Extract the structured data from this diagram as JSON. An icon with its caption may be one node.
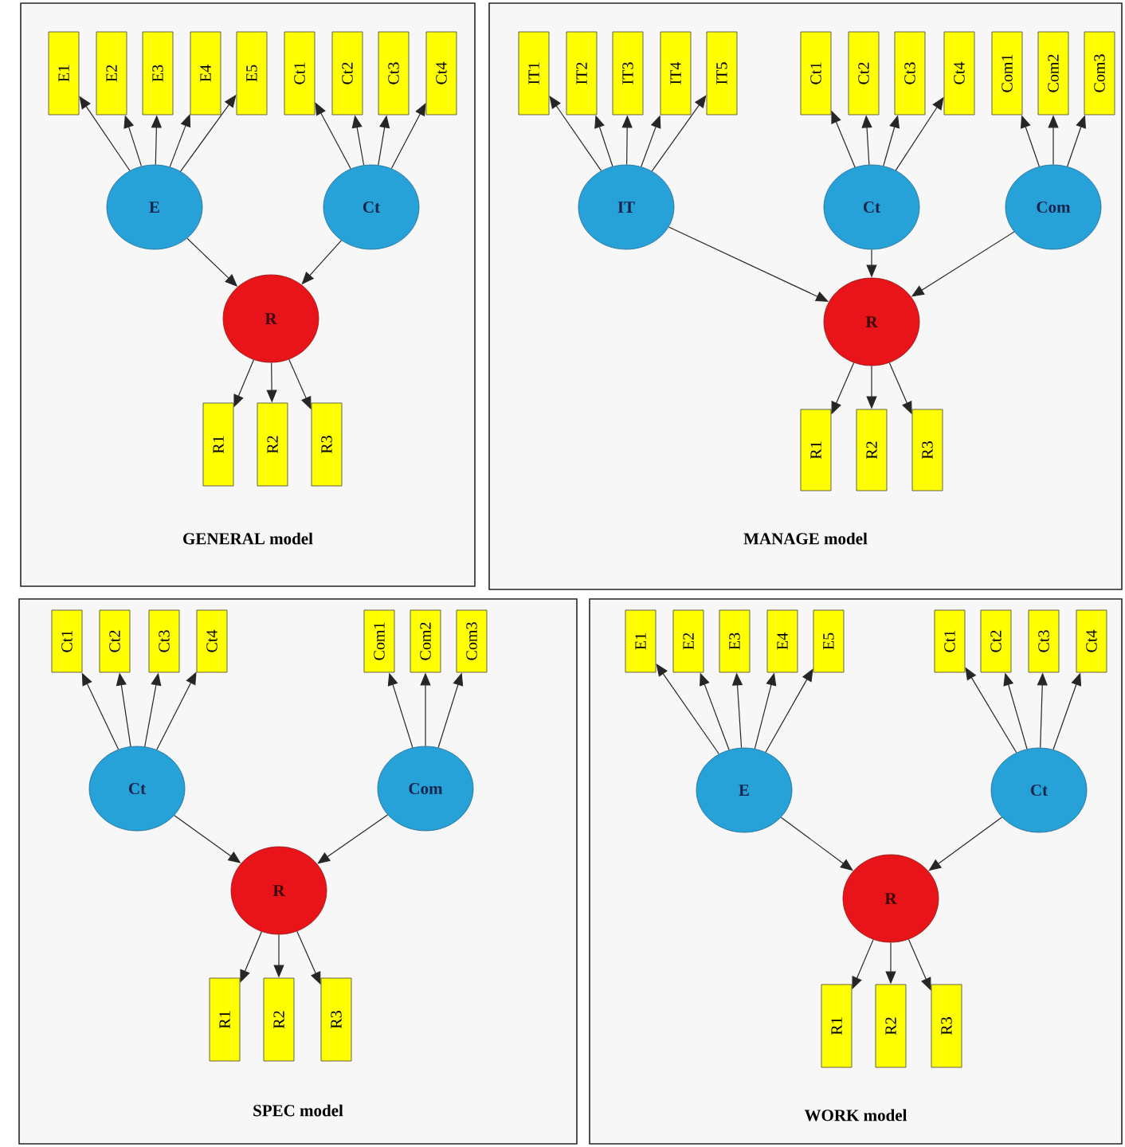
{
  "diagram": {
    "nodes": [
      {
        "text": [
          "GENERAL model"
        ]
      },
      {
        "text": [
          "E1"
        ],
        "in": 0
      },
      {
        "text": [
          "E2"
        ],
        "in": 0
      },
      {
        "text": [
          "E3"
        ],
        "in": 0
      },
      {
        "text": [
          "E4"
        ],
        "in": 0
      },
      {
        "text": [
          "E5"
        ],
        "in": 0
      },
      {
        "text": [
          "Ct1"
        ],
        "in": 0
      },
      {
        "text": [
          "Ct2"
        ],
        "in": 0
      },
      {
        "text": [
          "Ct3"
        ],
        "in": 0
      },
      {
        "text": [
          "Ct4"
        ],
        "in": 0
      },
      {
        "text": [
          "E"
        ],
        "in": 0
      },
      {
        "text": [
          "Ct"
        ],
        "in": 0
      },
      {
        "text": [
          "R"
        ],
        "in": 0
      },
      {
        "text": [
          "R1"
        ],
        "in": 0
      },
      {
        "text": [
          "R2"
        ],
        "in": 0
      },
      {
        "text": [
          "R3"
        ],
        "in": 0
      },
      {
        "text": [
          "MANAGE model"
        ]
      },
      {
        "text": [
          "IT1"
        ],
        "in": 16
      },
      {
        "text": [
          "IT2"
        ],
        "in": 16
      },
      {
        "text": [
          "IT3"
        ],
        "in": 16
      },
      {
        "text": [
          "IT4"
        ],
        "in": 16
      },
      {
        "text": [
          "IT5"
        ],
        "in": 16
      },
      {
        "text": [
          "Ct1"
        ],
        "in": 16
      },
      {
        "text": [
          "Ct2"
        ],
        "in": 16
      },
      {
        "text": [
          "Ct3"
        ],
        "in": 16
      },
      {
        "text": [
          "Ct4"
        ],
        "in": 16
      },
      {
        "text": [
          "Com1"
        ],
        "in": 16
      },
      {
        "text": [
          "Com2"
        ],
        "in": 16
      },
      {
        "text": [
          "Com3"
        ],
        "in": 16
      },
      {
        "text": [
          "IT"
        ],
        "in": 16
      },
      {
        "text": [
          "Ct"
        ],
        "in": 16
      },
      {
        "text": [
          "Com"
        ],
        "in": 16
      },
      {
        "text": [
          "R"
        ],
        "in": 16
      },
      {
        "text": [
          "R1"
        ],
        "in": 16
      },
      {
        "text": [
          "R2"
        ],
        "in": 16
      },
      {
        "text": [
          "R3"
        ],
        "in": 16
      },
      {
        "text": [
          "SPEC model"
        ]
      },
      {
        "text": [
          "Ct1"
        ],
        "in": 36
      },
      {
        "text": [
          "Ct2"
        ],
        "in": 36
      },
      {
        "text": [
          "Ct3"
        ],
        "in": 36
      },
      {
        "text": [
          "Ct4"
        ],
        "in": 36
      },
      {
        "text": [
          "Com1"
        ],
        "in": 36
      },
      {
        "text": [
          "Com2"
        ],
        "in": 36
      },
      {
        "text": [
          "Com3"
        ],
        "in": 36
      },
      {
        "text": [
          "Ct"
        ],
        "in": 36
      },
      {
        "text": [
          "Com"
        ],
        "in": 36
      },
      {
        "text": [
          "R"
        ],
        "in": 36
      },
      {
        "text": [
          "R1"
        ],
        "in": 36
      },
      {
        "text": [
          "R2"
        ],
        "in": 36
      },
      {
        "text": [
          "R3"
        ],
        "in": 36
      },
      {
        "text": [
          "WORK model"
        ]
      },
      {
        "text": [
          "E1"
        ],
        "in": 50
      },
      {
        "text": [
          "E2"
        ],
        "in": 50
      },
      {
        "text": [
          "E3"
        ],
        "in": 50
      },
      {
        "text": [
          "E4"
        ],
        "in": 50
      },
      {
        "text": [
          "E5"
        ],
        "in": 50
      },
      {
        "text": [
          "Ct1"
        ],
        "in": 50
      },
      {
        "text": [
          "Ct2"
        ],
        "in": 50
      },
      {
        "text": [
          "Ct3"
        ],
        "in": 50
      },
      {
        "text": [
          "Ct4"
        ],
        "in": 50
      },
      {
        "text": [
          "E"
        ],
        "in": 50
      },
      {
        "text": [
          "Ct"
        ],
        "in": 50
      },
      {
        "text": [
          "R"
        ],
        "in": 50
      },
      {
        "text": [
          "R1"
        ],
        "in": 50
      },
      {
        "text": [
          "R2"
        ],
        "in": 50
      },
      {
        "text": [
          "R3"
        ],
        "in": 50
      }
    ],
    "edges": [
      {
        "from": 10,
        "to": 1,
        "arrow": "to"
      },
      {
        "from": 10,
        "to": 2,
        "arrow": "to"
      },
      {
        "from": 10,
        "to": 3,
        "arrow": "to"
      },
      {
        "from": 10,
        "to": 4,
        "arrow": "to"
      },
      {
        "from": 10,
        "to": 5,
        "arrow": "to"
      },
      {
        "from": 11,
        "to": 6,
        "arrow": "to"
      },
      {
        "from": 11,
        "to": 7,
        "arrow": "to"
      },
      {
        "from": 11,
        "to": 8,
        "arrow": "to"
      },
      {
        "from": 11,
        "to": 9,
        "arrow": "to"
      },
      {
        "from": 10,
        "to": 12,
        "arrow": "to"
      },
      {
        "from": 11,
        "to": 12,
        "arrow": "to"
      },
      {
        "from": 12,
        "to": 13,
        "arrow": "to"
      },
      {
        "from": 12,
        "to": 14,
        "arrow": "to"
      },
      {
        "from": 12,
        "to": 15,
        "arrow": "to"
      },
      {
        "from": 29,
        "to": 17,
        "arrow": "to"
      },
      {
        "from": 29,
        "to": 18,
        "arrow": "to"
      },
      {
        "from": 29,
        "to": 19,
        "arrow": "to"
      },
      {
        "from": 29,
        "to": 20,
        "arrow": "to"
      },
      {
        "from": 29,
        "to": 21,
        "arrow": "to"
      },
      {
        "from": 30,
        "to": 22,
        "arrow": "to"
      },
      {
        "from": 30,
        "to": 23,
        "arrow": "to"
      },
      {
        "from": 30,
        "to": 24,
        "arrow": "to"
      },
      {
        "from": 30,
        "to": 25,
        "arrow": "to"
      },
      {
        "from": 31,
        "to": 26,
        "arrow": "to"
      },
      {
        "from": 31,
        "to": 27,
        "arrow": "to"
      },
      {
        "from": 31,
        "to": 28,
        "arrow": "to"
      },
      {
        "from": 29,
        "to": 32,
        "arrow": "to"
      },
      {
        "from": 30,
        "to": 32,
        "arrow": "to"
      },
      {
        "from": 31,
        "to": 32,
        "arrow": "to"
      },
      {
        "from": 32,
        "to": 33,
        "arrow": "to"
      },
      {
        "from": 32,
        "to": 34,
        "arrow": "to"
      },
      {
        "from": 32,
        "to": 35,
        "arrow": "to"
      },
      {
        "from": 44,
        "to": 37,
        "arrow": "to"
      },
      {
        "from": 44,
        "to": 38,
        "arrow": "to"
      },
      {
        "from": 44,
        "to": 39,
        "arrow": "to"
      },
      {
        "from": 44,
        "to": 40,
        "arrow": "to"
      },
      {
        "from": 45,
        "to": 41,
        "arrow": "to"
      },
      {
        "from": 45,
        "to": 42,
        "arrow": "to"
      },
      {
        "from": 45,
        "to": 43,
        "arrow": "to"
      },
      {
        "from": 44,
        "to": 46,
        "arrow": "to"
      },
      {
        "from": 45,
        "to": 46,
        "arrow": "to"
      },
      {
        "from": 46,
        "to": 47,
        "arrow": "to"
      },
      {
        "from": 46,
        "to": 48,
        "arrow": "to"
      },
      {
        "from": 46,
        "to": 49,
        "arrow": "to"
      },
      {
        "from": 60,
        "to": 51,
        "arrow": "to"
      },
      {
        "from": 60,
        "to": 52,
        "arrow": "to"
      },
      {
        "from": 60,
        "to": 53,
        "arrow": "to"
      },
      {
        "from": 60,
        "to": 54,
        "arrow": "to"
      },
      {
        "from": 60,
        "to": 55,
        "arrow": "to"
      },
      {
        "from": 61,
        "to": 56,
        "arrow": "to"
      },
      {
        "from": 61,
        "to": 57,
        "arrow": "to"
      },
      {
        "from": 61,
        "to": 58,
        "arrow": "to"
      },
      {
        "from": 61,
        "to": 59,
        "arrow": "to"
      },
      {
        "from": 60,
        "to": 62,
        "arrow": "to"
      },
      {
        "from": 61,
        "to": 62,
        "arrow": "to"
      },
      {
        "from": 62,
        "to": 63,
        "arrow": "to"
      },
      {
        "from": 62,
        "to": 64,
        "arrow": "to"
      },
      {
        "from": 62,
        "to": 65,
        "arrow": "to"
      }
    ]
  }
}
